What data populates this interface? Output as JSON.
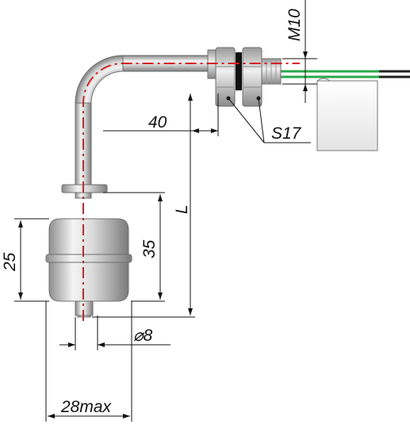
{
  "drawing": {
    "dimensions": {
      "thread": "M10",
      "horizontal_reach": "40",
      "wrench_size": "S17",
      "length": "L",
      "float_height": "25",
      "float_offset": "35",
      "stem_diameter": "⌀8",
      "float_width": "28max"
    },
    "colors": {
      "centerline": "#d42020",
      "wire_green": "#2aa84a",
      "wire_black": "#222222",
      "steel_light": "#eeeeee",
      "steel_dark": "#8a8a8a",
      "dimension_line": "#111111"
    },
    "icons": [
      "float-switch-illustration",
      "dimension-arrow"
    ]
  }
}
